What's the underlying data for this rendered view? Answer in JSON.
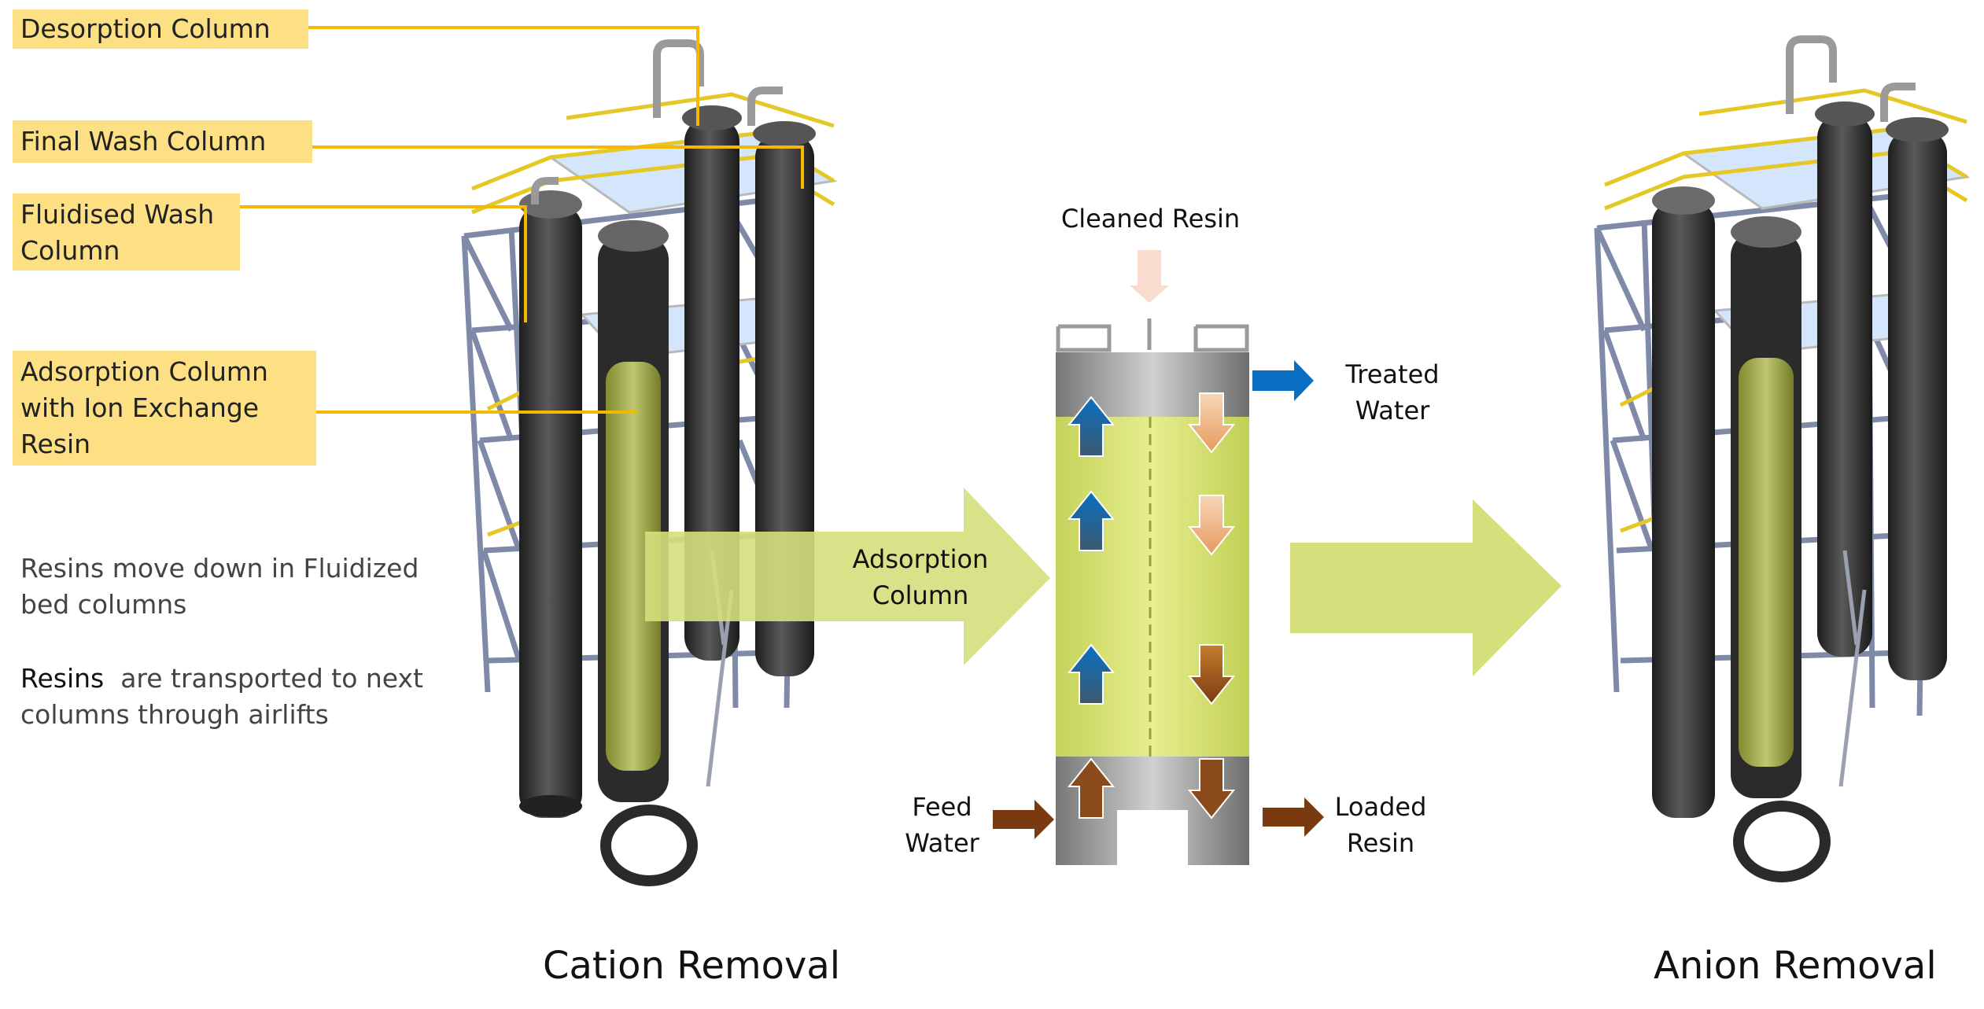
{
  "callouts": {
    "desorption": "Desorption Column",
    "final_wash": "Final Wash Column",
    "fluidised_wash_1": "Fluidised Wash",
    "fluidised_wash_2": "Column",
    "adsorption_1": "Adsorption Column",
    "adsorption_2": "with Ion Exchange",
    "adsorption_3": "Resin"
  },
  "notes": {
    "line1": "Resins move down in Fluidized",
    "line2": "bed columns",
    "line3_a": "Resins",
    "line3_b": "  are transported to next",
    "line4": "columns through airlifts"
  },
  "center": {
    "arrow_label_1": "Adsorption",
    "arrow_label_2": "Column",
    "cleaned_resin": "Cleaned Resin",
    "treated_water_1": "Treated",
    "treated_water_2": "Water",
    "feed_water_1": "Feed",
    "feed_water_2": "Water",
    "loaded_resin_1": "Loaded",
    "loaded_resin_2": "Resin"
  },
  "captions": {
    "cation": "Cation Removal",
    "anion": "Anion Removal"
  },
  "colors": {
    "callout_bg": "#fde084",
    "leader_line": "#f5b800",
    "resin_green": "#d7e27a",
    "blue_arrow": "#0a6fc2",
    "brown_arrow": "#7a3a10",
    "steel_dark": "#3a3a3a",
    "frame_blue": "#7e8aa8"
  }
}
